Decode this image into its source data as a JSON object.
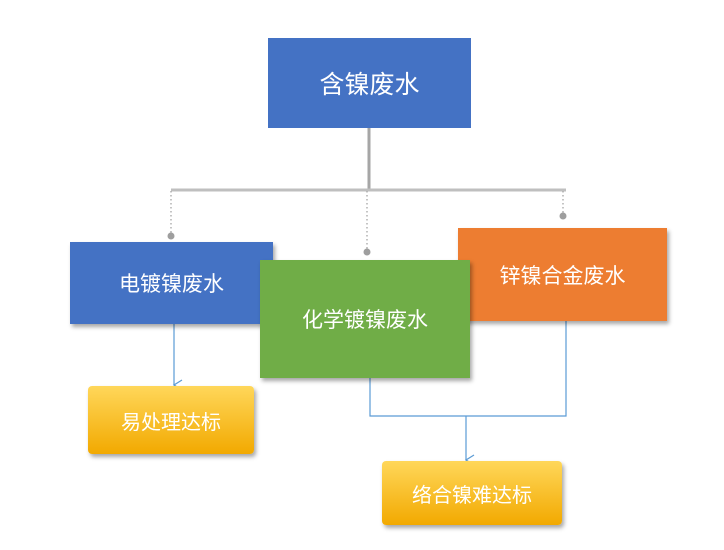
{
  "colors": {
    "blue": "#4472c4",
    "green": "#70ad47",
    "orange": "#ed7d31",
    "gold_top": "#ffd75a",
    "gold_bottom": "#f2a900",
    "connector_gray": "#9e9e9e",
    "arrow_blue": "#5b9bd5"
  },
  "nodes": {
    "root": "含镍废水",
    "electroplating": "电镀镍废水",
    "chemical": "化学镀镍废水",
    "zinc_nickel_alloy": "锌镍合金废水",
    "easy_treatment": "易处理达标",
    "hard_treatment": "络合镍难达标"
  }
}
